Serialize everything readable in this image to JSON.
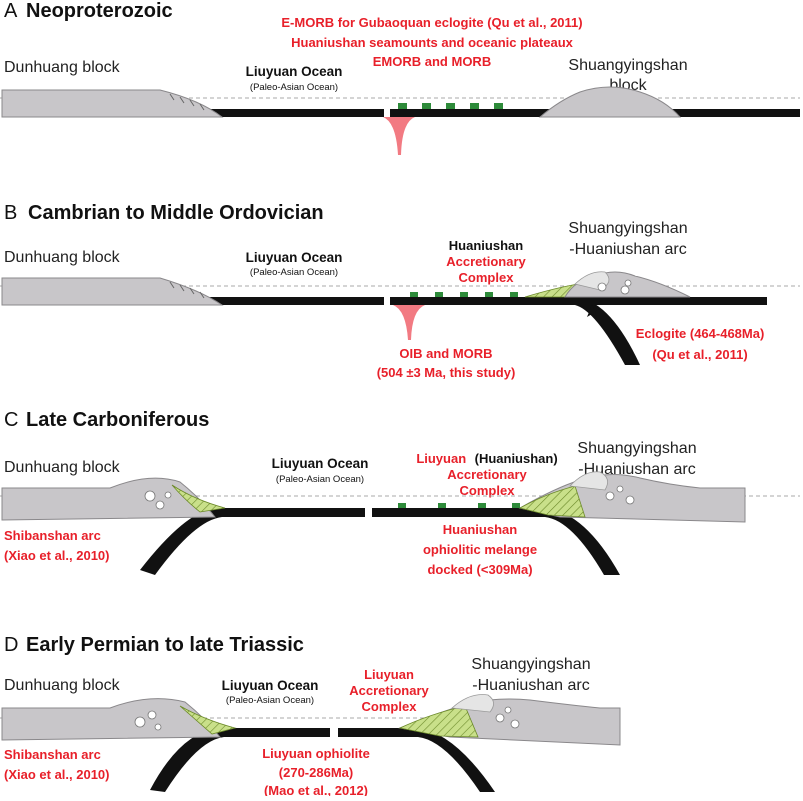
{
  "colors": {
    "crust": "#c8c6c9",
    "crust_stroke": "#8a888b",
    "slab": "#111111",
    "green": "#2e8b3a",
    "accretion": "#c9e08a",
    "plume": "#f27a82",
    "red_text": "#e8202a"
  },
  "panelA": {
    "letter": "A",
    "title": "Neoproterozoic",
    "left_block": "Dunhuang block",
    "ocean": "Liuyuan Ocean",
    "ocean_sub": "(Paleo-Asian Ocean)",
    "right_block_1": "Shuangyingshan",
    "right_block_2": "block",
    "red_1": "E-MORB for Gubaoquan eclogite (Qu et al., 2011)",
    "red_2": "Huaniushan seamounts and oceanic plateaux",
    "red_3": "EMORB and MORB"
  },
  "panelB": {
    "letter": "B",
    "title": "Cambrian to Middle Ordovician",
    "left_block": "Dunhuang block",
    "ocean": "Liuyuan Ocean",
    "ocean_sub": "(Paleo-Asian Ocean)",
    "complex_1": "Huaniushan",
    "complex_2": "Accretionary",
    "complex_3": "Complex",
    "right_1": "Shuangyingshan",
    "right_2": "-Huaniushan arc",
    "oib_1": "OIB and MORB",
    "oib_2": "(504 ±3 Ma, this study)",
    "ecl_1": "Eclogite (464-468Ma)",
    "ecl_2": "(Qu et al., 2011)"
  },
  "panelC": {
    "letter": "C",
    "title": "Late Carboniferous",
    "left_block": "Dunhuang block",
    "ocean": "Liuyuan Ocean",
    "ocean_sub": "(Paleo-Asian Ocean)",
    "complex_red": "Liuyuan",
    "complex_black": "(Huaniushan)",
    "complex_2": "Accretionary",
    "complex_3": "Complex",
    "right_1": "Shuangyingshan",
    "right_2": "-Huaniushan arc",
    "arc_1": "Shibanshan arc",
    "arc_2": "(Xiao et al., 2010)",
    "oph_1": "Huaniushan",
    "oph_2": "ophiolitic melange",
    "oph_3": "docked (<309Ma)"
  },
  "panelD": {
    "letter": "D",
    "title": "Early Permian to late Triassic",
    "left_block": "Dunhuang block",
    "ocean": "Liuyuan Ocean",
    "ocean_sub": "(Paleo-Asian Ocean)",
    "complex_1": "Liuyuan",
    "complex_2": "Accretionary",
    "complex_3": "Complex",
    "right_1": "Shuangyingshan",
    "right_2": "-Huaniushan arc",
    "arc_1": "Shibanshan arc",
    "arc_2": "(Xiao et al., 2010)",
    "oph_1": "Liuyuan ophiolite",
    "oph_2": "(270-286Ma)",
    "oph_3": "(Mao et al., 2012)"
  }
}
